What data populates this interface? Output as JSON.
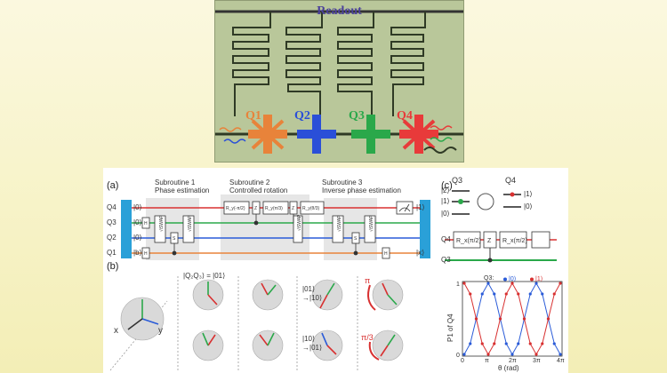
{
  "chip": {
    "readout_label": "Readout",
    "qubits": [
      {
        "label": "Q1",
        "color": "#e8833a"
      },
      {
        "label": "Q2",
        "color": "#2a4fd8"
      },
      {
        "label": "Q3",
        "color": "#2aa84a"
      },
      {
        "label": "Q4",
        "color": "#e83a3a"
      }
    ]
  },
  "panel_a": {
    "label": "(a)",
    "subroutines": [
      {
        "title": "Subroutine 1",
        "subtitle": "Phase estimation"
      },
      {
        "title": "Subroutine 2",
        "subtitle": "Controlled rotation"
      },
      {
        "title": "Subroutine 3",
        "subtitle": "Inverse phase estimation"
      }
    ],
    "row_labels": [
      "Q4",
      "Q3",
      "Q2",
      "Q1"
    ],
    "inputs": [
      "|0⟩",
      "|0⟩",
      "|0⟩",
      "|b⟩"
    ],
    "outputs": [
      "|1⟩",
      "|x⟩"
    ],
    "gates": {
      "sqrt_swap": "√iSWAP",
      "h": "H",
      "z": "Z",
      "s": "S",
      "ry1": "R_y(-π/2)",
      "ry2": "R_y(π/3)",
      "ry3": "R_y(θ/3)"
    }
  },
  "panel_b": {
    "label": "(b)",
    "ket_label": "|Q₂Q₃⟩ = |01⟩",
    "labels": [
      "|01⟩",
      "→|10⟩",
      "|10⟩",
      "→|01⟩"
    ],
    "axes": {
      "x": "x",
      "y": "y"
    },
    "angles": [
      "π",
      "π/3"
    ]
  },
  "panel_c": {
    "label": "(c)",
    "q3_label": "Q3",
    "q4_label": "Q4",
    "levels_q3": [
      "|2⟩",
      "|1⟩",
      "|0⟩"
    ],
    "levels_q4": [
      "|1⟩",
      "|0⟩"
    ],
    "gate_left": "R_x(π/2)",
    "gate_mid": "Z",
    "gate_right": "R_x(π/2)",
    "row_q4": "Q4",
    "row_q3": "Q3"
  },
  "chart_data": {
    "type": "line",
    "title": "",
    "xlabel": "θ (rad)",
    "ylabel": "P1 of Q4",
    "legend_prefix": "Q3:",
    "x_ticks": [
      "0",
      "π",
      "2π",
      "3π",
      "4π"
    ],
    "y_ticks": [
      "0",
      "1"
    ],
    "xlim": [
      0,
      12.566
    ],
    "ylim": [
      0,
      1
    ],
    "series": [
      {
        "name": "|0⟩",
        "color": "#2a5bd8",
        "x": [
          0,
          0.785,
          1.571,
          2.356,
          3.142,
          3.927,
          4.712,
          5.498,
          6.283,
          7.069,
          7.854,
          8.639,
          9.425,
          10.21,
          10.996,
          11.781,
          12.566
        ],
        "values": [
          0.0,
          0.15,
          0.5,
          0.85,
          1.0,
          0.85,
          0.5,
          0.15,
          0.0,
          0.15,
          0.5,
          0.85,
          1.0,
          0.85,
          0.5,
          0.15,
          0.0
        ]
      },
      {
        "name": "|1⟩",
        "color": "#d83030",
        "x": [
          0,
          0.785,
          1.571,
          2.356,
          3.142,
          3.927,
          4.712,
          5.498,
          6.283,
          7.069,
          7.854,
          8.639,
          9.425,
          10.21,
          10.996,
          11.781,
          12.566
        ],
        "values": [
          1.0,
          0.85,
          0.5,
          0.15,
          0.0,
          0.15,
          0.5,
          0.85,
          1.0,
          0.85,
          0.5,
          0.15,
          0.0,
          0.15,
          0.5,
          0.85,
          1.0
        ]
      }
    ]
  }
}
